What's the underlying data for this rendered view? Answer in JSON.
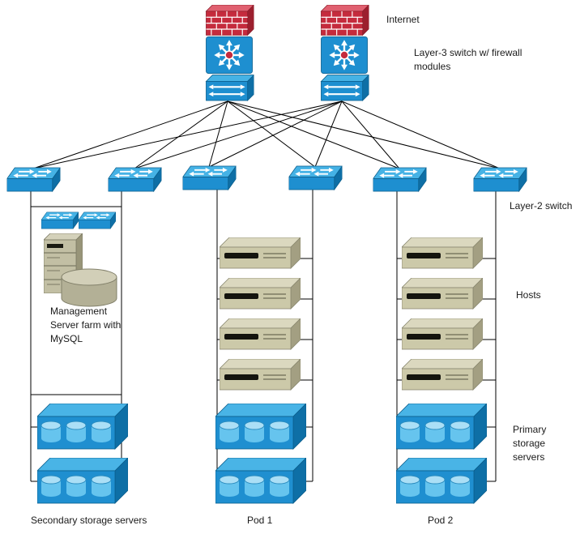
{
  "diagram": {
    "labels": {
      "internet": "Internet",
      "layer3_switch": "Layer-3 switch w/ firewall modules",
      "layer2_switch": "Layer-2 switch",
      "management": "Management Server farm with MySQL",
      "hosts": "Hosts",
      "primary_storage": "Primary storage servers",
      "secondary_storage": "Secondary storage servers",
      "pod1": "Pod 1",
      "pod2": "Pod 2"
    },
    "colors": {
      "switch_blue": "#1e8fd0",
      "switch_blue_light": "#45b2e5",
      "switch_blue_dark": "#0e6fa6",
      "firewall_red": "#c52b3d",
      "host_beige": "#ccc9a9",
      "storage_cylinder_blue": "#66c4ee",
      "server_gray": "#c2bfa4",
      "wire": "#000000",
      "background": "#ffffff"
    }
  }
}
